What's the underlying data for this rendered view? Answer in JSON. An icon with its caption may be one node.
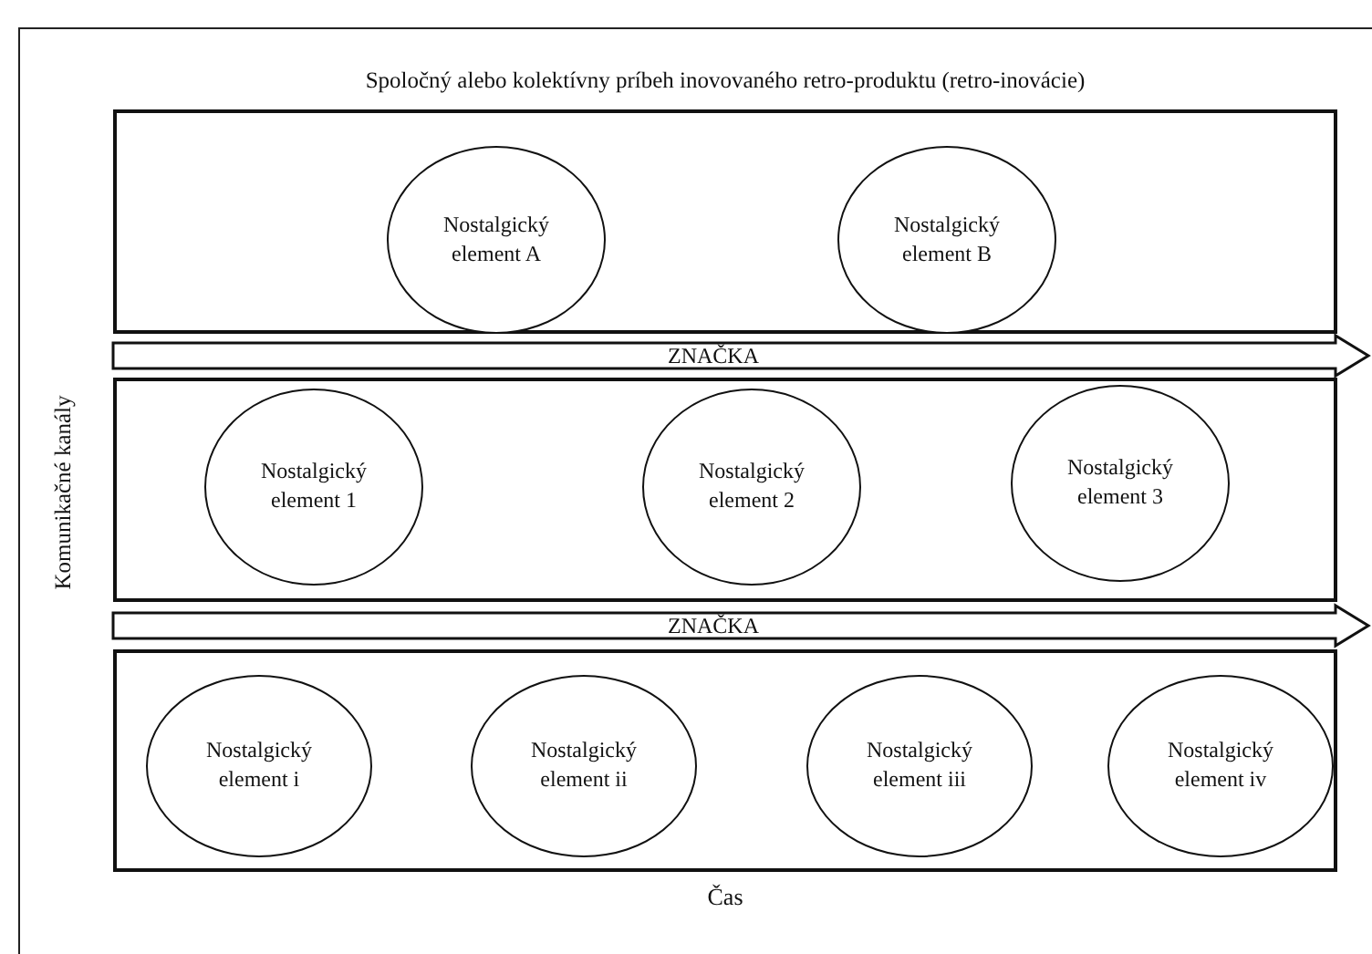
{
  "diagram": {
    "title": "Spoločný alebo kolektívny príbeh inovovaného retro-produktu (retro-inovácie)",
    "nodes": [
      {
        "text": [],
        "shape": "box"
      },
      {
        "text": [
          "Nostalgický element A"
        ],
        "in": 0
      },
      {
        "text": [
          "Nostalgický element B"
        ],
        "in": 0
      },
      {
        "text": [
          "ZNAČKA"
        ]
      },
      {
        "text": [],
        "shape": "box"
      },
      {
        "text": [
          "Nostalgický element 1"
        ],
        "in": 4
      },
      {
        "text": [
          "Nostalgický element 2"
        ],
        "in": 4
      },
      {
        "text": [
          "Nostalgický element 3"
        ],
        "in": 4
      },
      {
        "text": [
          "ZNAČKA"
        ]
      },
      {
        "text": [],
        "shape": "box"
      },
      {
        "text": [
          "Nostalgický element i"
        ],
        "in": 9
      },
      {
        "text": [
          "Nostalgický element ii"
        ],
        "in": 9
      },
      {
        "text": [
          "Nostalgický element iii"
        ],
        "in": 9
      },
      {
        "text": [
          "Nostalgický element iv"
        ],
        "in": 9
      }
    ],
    "labels": [
      "Komunikačné kanály",
      "Čas"
    ]
  }
}
